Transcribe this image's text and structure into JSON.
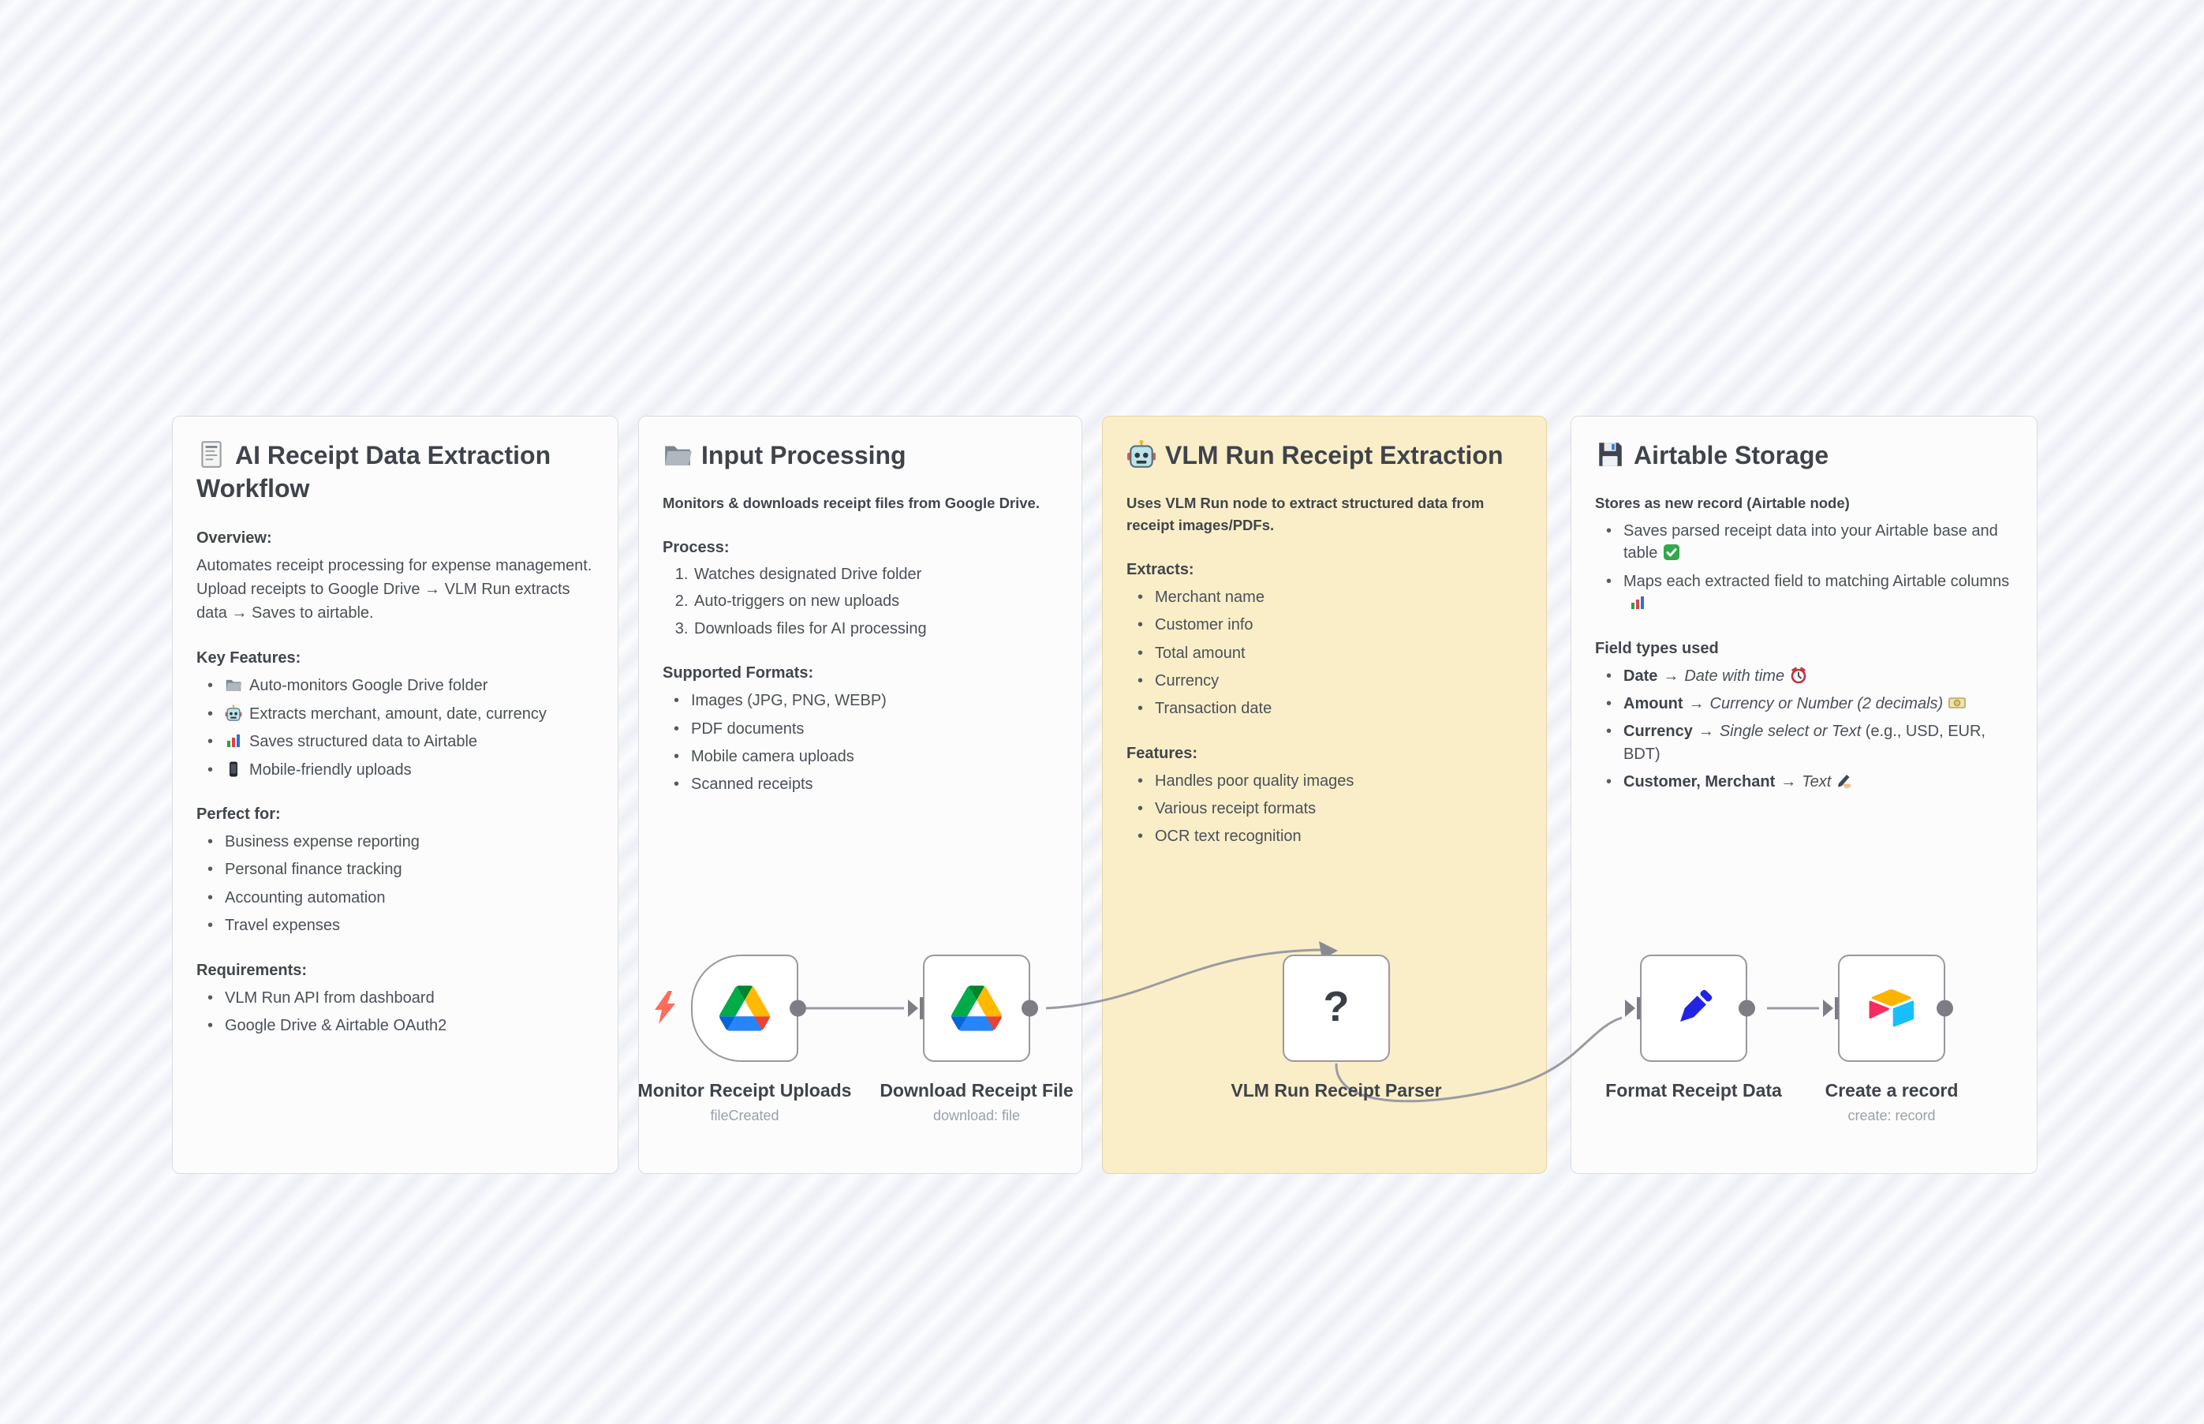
{
  "canvas": {
    "background_stripe_light": "#fbfcfe",
    "background_stripe_dark": "#edeff6",
    "sticky_yellow": "#faeec8",
    "sticky_white": "#fcfcfd",
    "connector_gray": "#9b9ba3",
    "trigger_bolt_color": "#ff6c5b"
  },
  "panels": {
    "overview": {
      "icon": "receipt-icon",
      "title": "AI Receipt Data Extraction Workflow",
      "sections": {
        "overview": {
          "heading": "Overview:",
          "body": "Automates receipt processing for expense management. Upload receipts to Google Drive → VLM Run extracts data → Saves to airtable."
        },
        "key_features": {
          "heading": "Key Features:",
          "items": [
            {
              "icon": "folder-icon",
              "text": "Auto-monitors Google Drive folder"
            },
            {
              "icon": "robot-icon",
              "text": "Extracts merchant, amount, date, currency"
            },
            {
              "icon": "bar-chart-icon",
              "text": "Saves structured data to Airtable"
            },
            {
              "icon": "phone-icon",
              "text": "Mobile-friendly uploads"
            }
          ]
        },
        "perfect_for": {
          "heading": "Perfect for:",
          "items": [
            {
              "text": "Business expense reporting"
            },
            {
              "text": "Personal finance tracking"
            },
            {
              "text": "Accounting automation"
            },
            {
              "text": "Travel expenses"
            }
          ]
        },
        "requirements": {
          "heading": "Requirements:",
          "items": [
            {
              "text": "VLM Run API from dashboard"
            },
            {
              "text": "Google Drive & Airtable OAuth2"
            }
          ]
        }
      }
    },
    "input": {
      "icon": "folder-icon",
      "title": "Input Processing",
      "intro": "Monitors & downloads receipt files from Google Drive.",
      "process": {
        "heading": "Process:",
        "items": [
          {
            "text": "Watches designated Drive folder"
          },
          {
            "text": "Auto-triggers on new uploads"
          },
          {
            "text": "Downloads files for AI processing"
          }
        ]
      },
      "formats": {
        "heading": "Supported Formats:",
        "items": [
          {
            "text": "Images (JPG, PNG, WEBP)"
          },
          {
            "text": "PDF documents"
          },
          {
            "text": "Mobile camera uploads"
          },
          {
            "text": "Scanned receipts"
          }
        ]
      }
    },
    "vlm": {
      "icon": "robot-icon",
      "title": "VLM Run Receipt Extraction",
      "intro": "Uses VLM Run node to extract structured data from receipt images/PDFs.",
      "extracts": {
        "heading": "Extracts:",
        "items": [
          {
            "text": "Merchant name"
          },
          {
            "text": "Customer info"
          },
          {
            "text": "Total amount"
          },
          {
            "text": "Currency"
          },
          {
            "text": "Transaction date"
          }
        ]
      },
      "features": {
        "heading": "Features:",
        "items": [
          {
            "text": "Handles poor quality images"
          },
          {
            "text": "Various receipt formats"
          },
          {
            "text": "OCR text recognition"
          }
        ]
      }
    },
    "airtable": {
      "icon": "floppy-icon",
      "title": "Airtable Storage",
      "intro": "Stores as new record (Airtable node)",
      "bullets": [
        {
          "text": "Saves parsed receipt data into your Airtable base and table",
          "icon_after": "check-icon"
        },
        {
          "text": "Maps each extracted field to matching Airtable columns",
          "icon_after": "bar-chart-icon"
        }
      ],
      "field_types_heading": "Field types used",
      "field_types": [
        {
          "name": "Date",
          "arrow": "→",
          "value": "Date with time",
          "suffix": "",
          "icon_after": "alarm-clock-icon"
        },
        {
          "name": "Amount",
          "arrow": "→",
          "value": "Currency or Number (2 decimals)",
          "suffix": "",
          "icon_after": "banknote-icon"
        },
        {
          "name": "Currency",
          "arrow": "→",
          "value": "Single select or Text",
          "suffix": " (e.g., USD, EUR, BDT)",
          "icon_after": ""
        },
        {
          "name": "Customer, Merchant",
          "arrow": "→",
          "value": "Text",
          "suffix": "",
          "icon_after": "writing-hand-icon"
        }
      ]
    }
  },
  "nodes": [
    {
      "label": "Monitor Receipt Uploads",
      "subtitle": "fileCreated",
      "icon": "google-drive-icon",
      "kind": "trigger"
    },
    {
      "label": "Download Receipt File",
      "subtitle": "download: file",
      "icon": "google-drive-icon",
      "kind": "action"
    },
    {
      "label": "VLM Run Receipt Parser",
      "subtitle": "",
      "icon": "question-mark-icon",
      "kind": "action"
    },
    {
      "label": "Format Receipt Data",
      "subtitle": "",
      "icon": "pencil-icon",
      "kind": "action"
    },
    {
      "label": "Create a record",
      "subtitle": "create: record",
      "icon": "airtable-icon",
      "kind": "action"
    }
  ]
}
